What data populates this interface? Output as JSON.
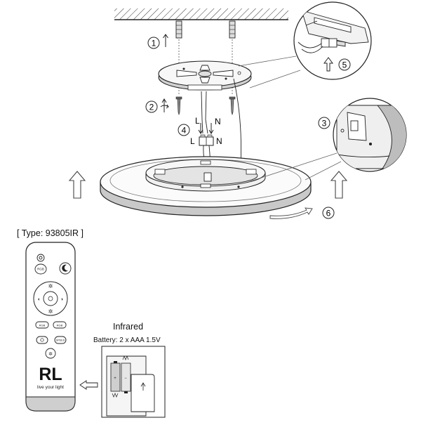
{
  "labels": {
    "type": "[ Type: 93805IR ]",
    "infrared": "Infrared",
    "battery": "Battery: 2 x AAA 1.5V",
    "live_wire": "L",
    "neutral_wire": "N"
  },
  "steps": [
    "1",
    "2",
    "3",
    "4",
    "5",
    "6"
  ],
  "remote": {
    "brand": "RL",
    "tagline": "live your light",
    "rgb_button": "RGB",
    "speed_button": "SPEED",
    "color_button_left": "RGB",
    "color_button_right": "RGB"
  },
  "colors": {
    "line": "#222222",
    "light_fill": "#f2f2f2",
    "shade": "#bdbdbd"
  }
}
